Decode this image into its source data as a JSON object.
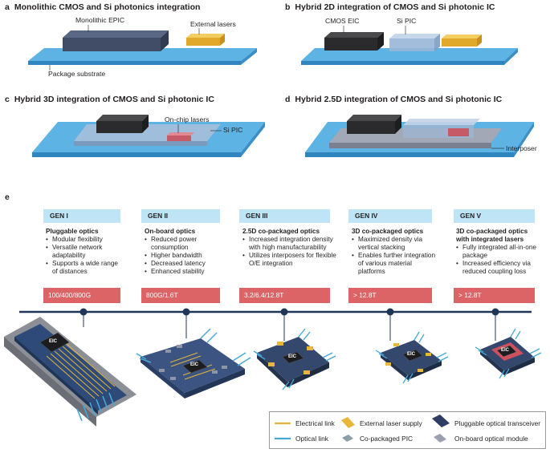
{
  "panels": {
    "a": {
      "letter": "a",
      "title": "Monolithic CMOS and Si photonics integration"
    },
    "b": {
      "letter": "b",
      "title": "Hybrid 2D integration of CMOS and Si photonic IC"
    },
    "c": {
      "letter": "c",
      "title": "Hybrid 3D integration of CMOS and Si photonic IC"
    },
    "d": {
      "letter": "d",
      "title": "Hybrid 2.5D integration of CMOS and Si photonic IC"
    },
    "e": {
      "letter": "e"
    }
  },
  "annotations": {
    "a_epic": "Monolithic EPIC",
    "a_lasers": "External lasers",
    "a_substrate": "Package substrate",
    "b_cmos": "CMOS EIC",
    "b_sipic": "Si PIC",
    "c_lasers": "On-chip lasers",
    "c_sipic": "Si PIC",
    "d_interposer": "Interposer"
  },
  "generations": [
    {
      "head": "GEN I",
      "title": "Pluggable optics",
      "bullets": [
        "Modular flexibility",
        "Versatile network adaptability",
        "Supports a wide range of distances"
      ],
      "rate": "100/400/800G"
    },
    {
      "head": "GEN II",
      "title": "On-board optics",
      "bullets": [
        "Reduced power consumption",
        "Higher bandwidth",
        "Decreased latency",
        "Enhanced stability"
      ],
      "rate": "800G/1.6T"
    },
    {
      "head": "GEN III",
      "title": "2.5D co-packaged optics",
      "bullets": [
        "Increased integration density with high manufacturability",
        "Utilizes interposers for flexible O/E integration"
      ],
      "rate": "3.2/6.4/12.8T"
    },
    {
      "head": "GEN IV",
      "title": "3D co-packaged optics",
      "bullets": [
        "Maximized density via vertical stacking",
        "Enables further integration of various material platforms"
      ],
      "rate": "> 12.8T"
    },
    {
      "head": "GEN V",
      "title": "3D co-packaged optics with integrated lasers",
      "bullets": [
        "Fully integrated all-in-one package",
        "Increased efficiency via reduced coupling loss"
      ],
      "rate": "> 12.8T"
    }
  ],
  "chip_label": "EIC",
  "legend": {
    "electrical": "Electrical link",
    "optical": "Optical link",
    "laser": "External laser supply",
    "copic": "Co-packaged PIC",
    "pluggable": "Pluggable optical transceiver",
    "onboard": "On-board optical module"
  },
  "colors": {
    "substrate": "#4fa9dd",
    "dark_chip": "#2f2f31",
    "epic": "#4a5670",
    "laser": "#e8b73a",
    "laser_red": "#c9606a",
    "gen_header": "#bfe4f6",
    "rate_bar": "#dc6467",
    "timeline": "#1f3657",
    "optical": "#45a8d8",
    "electrical": "#e2b53a"
  }
}
